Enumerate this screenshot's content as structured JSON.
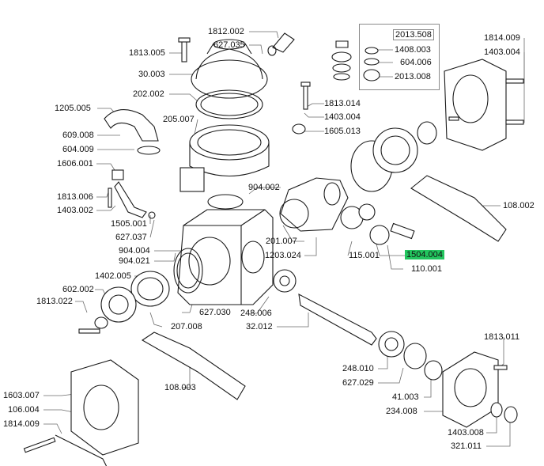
{
  "labels": {
    "l1812_002": "1812.002",
    "l627_035": "627.035",
    "l1813_005": "1813.005",
    "l30_003": "30.003",
    "l202_002": "202.002",
    "l1205_005": "1205.005",
    "l205_007": "205.007",
    "l609_008": "609.008",
    "l604_009": "604.009",
    "l1606_001": "1606.001",
    "l1813_006": "1813.006",
    "l1403_002": "1403.002",
    "l1505_001": "1505.001",
    "l627_037": "627.037",
    "l904_004": "904.004",
    "l904_021": "904.021",
    "l1402_005": "1402.005",
    "l602_002": "602.002",
    "l1813_022": "1813.022",
    "l627_030": "627.030",
    "l207_008": "207.008",
    "l248_006": "248.006",
    "l32_012": "32.012",
    "l108_003": "108.003",
    "l904_002": "904.002",
    "l201_007": "201.007",
    "l1203_024": "1203.024",
    "l115_001": "115.001",
    "l1504_004": "1504.004",
    "l110_001": "110.001",
    "l108_002": "108.002",
    "l1813_014": "1813.014",
    "l1403_004a": "1403.004",
    "l1605_013": "1605.013",
    "l2013_508": "2013.508",
    "l1408_003": "1408.003",
    "l604_006": "604.006",
    "l2013_008": "2013.008",
    "l1814_009a": "1814.009",
    "l1403_004b": "1403.004",
    "l248_010": "248.010",
    "l627_029": "627.029",
    "l41_003": "41.003",
    "l234_008": "234.008",
    "l1813_011": "1813.011",
    "l1403_008": "1403.008",
    "l321_011": "321.011",
    "l1603_007": "1603.007",
    "l106_004": "106.004",
    "l1814_009b": "1814.009"
  },
  "highlight_color": "#22c55e"
}
